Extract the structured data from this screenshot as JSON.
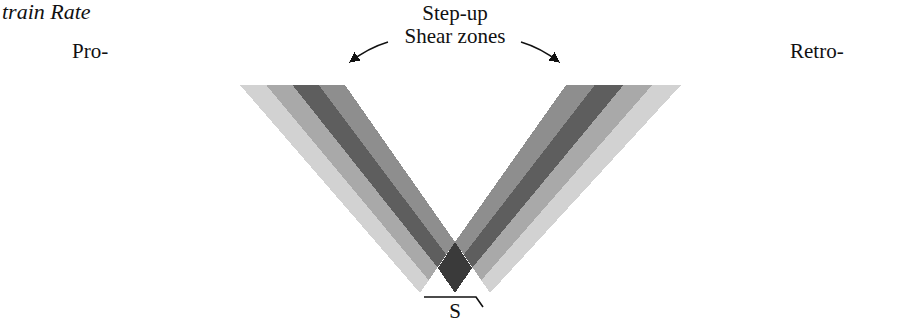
{
  "diagram": {
    "labels": [
      "train Rate",
      "Pro-",
      "Step-up Shear zones",
      "Retro-",
      "S"
    ]
  }
}
